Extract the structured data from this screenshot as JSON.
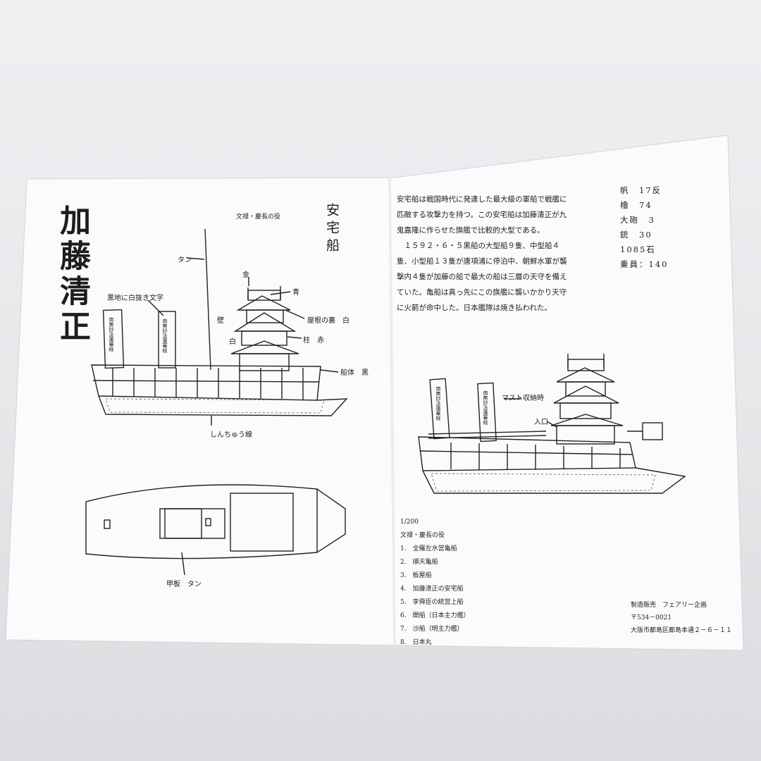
{
  "title": "加藤清正",
  "ship_name": "安宅船",
  "era_caption": "文禄・慶長の役",
  "description": [
    "安宅船は戦国時代に発達した最大級の軍船で戦艦に匹敵する攻撃力を持つ。この安宅船は加藤清正が九鬼嘉隆に作らせた旗艦で比較的大型である。",
    "１５９２・６・５黒船の大型船９隻、中型船４隻、小型船１３隻が唐項浦に停泊中、朝鮮水軍が襲撃内４隻が加藤の船で最大の船は三層の天守を備えていた。亀船は真っ先にこの旗艦に襲いかかり天守に火箭が命中した。日本艦隊は焼き払われた。"
  ],
  "specs": [
    {
      "label": "帆",
      "value": "17反"
    },
    {
      "label": "櫓",
      "value": "74"
    },
    {
      "label": "大砲",
      "value": "3"
    },
    {
      "label": "銃",
      "value": "30"
    },
    {
      "label": "",
      "value": "1085石"
    },
    {
      "label": "乗員：",
      "value": "140"
    }
  ],
  "diagram_labels": {
    "tan": "タン",
    "kin": "金",
    "ao": "青",
    "banner_text": "黒地に白抜き文字",
    "kabe": "壁",
    "shiro": "白",
    "yane": "屋根の裏　白",
    "hashira": "柱　赤",
    "sentai": "船体　黒",
    "shinchu": "しんちゅう線",
    "kanpan": "甲板　タン",
    "mast": "マスト収納時",
    "iriguchi": "入口"
  },
  "banner_glyphs": [
    "南無妙法蓮華経",
    "南無妙法蓮華経"
  ],
  "models": {
    "scale": "1/200",
    "heading": "文禄・慶長の役",
    "items": [
      "1.　全羅左水営亀船",
      "2.　順天亀船",
      "3.　板屋船",
      "4.　加藤清正の安宅船",
      "5.　李舜臣の統営上船",
      "6.　関船（日本主力艦）",
      "7.　沙船（明主力艦）",
      "8.　日本丸"
    ]
  },
  "maker": {
    "line1": "製造販売　フェアリー企画",
    "line2": "〒534－0021",
    "line3": "大阪市都島区都島本通２－６－１１"
  },
  "colors": {
    "paper": "#fbfbfd",
    "ink": "#222222",
    "background": "#e9e9ec"
  }
}
